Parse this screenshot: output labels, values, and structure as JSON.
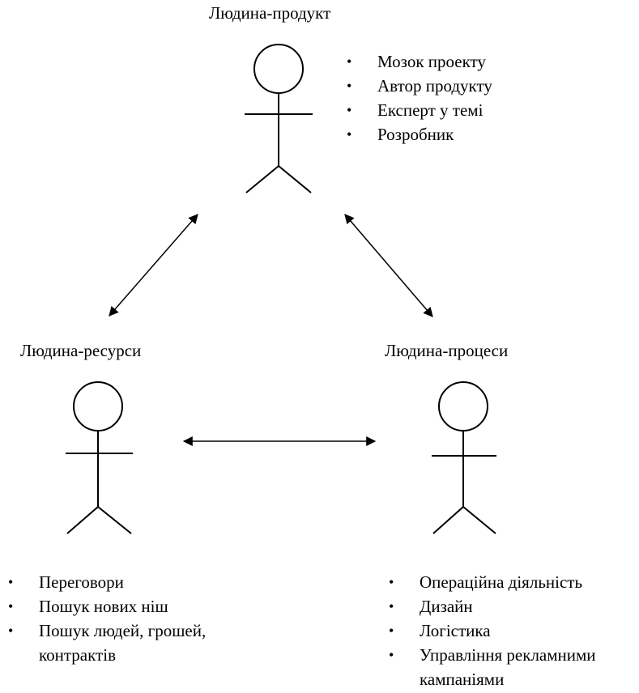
{
  "roles": {
    "product": {
      "title": "Людина-продукт",
      "items": [
        "Мозок проекту",
        "Автор продукту",
        "Експерт у темі",
        "Розробник"
      ]
    },
    "resources": {
      "title": "Людина-ресурси",
      "items": [
        "Переговори",
        "Пошук нових ніш",
        "Пошук людей, грошей, контрактів"
      ]
    },
    "processes": {
      "title": "Людина-процеси",
      "items": [
        "Операційна діяльність",
        "Дизайн",
        "Логістика",
        "Управління рекламними кампаніями"
      ]
    }
  },
  "bullet_glyph": "•",
  "colors": {
    "line": "#000000",
    "background": "#ffffff"
  }
}
